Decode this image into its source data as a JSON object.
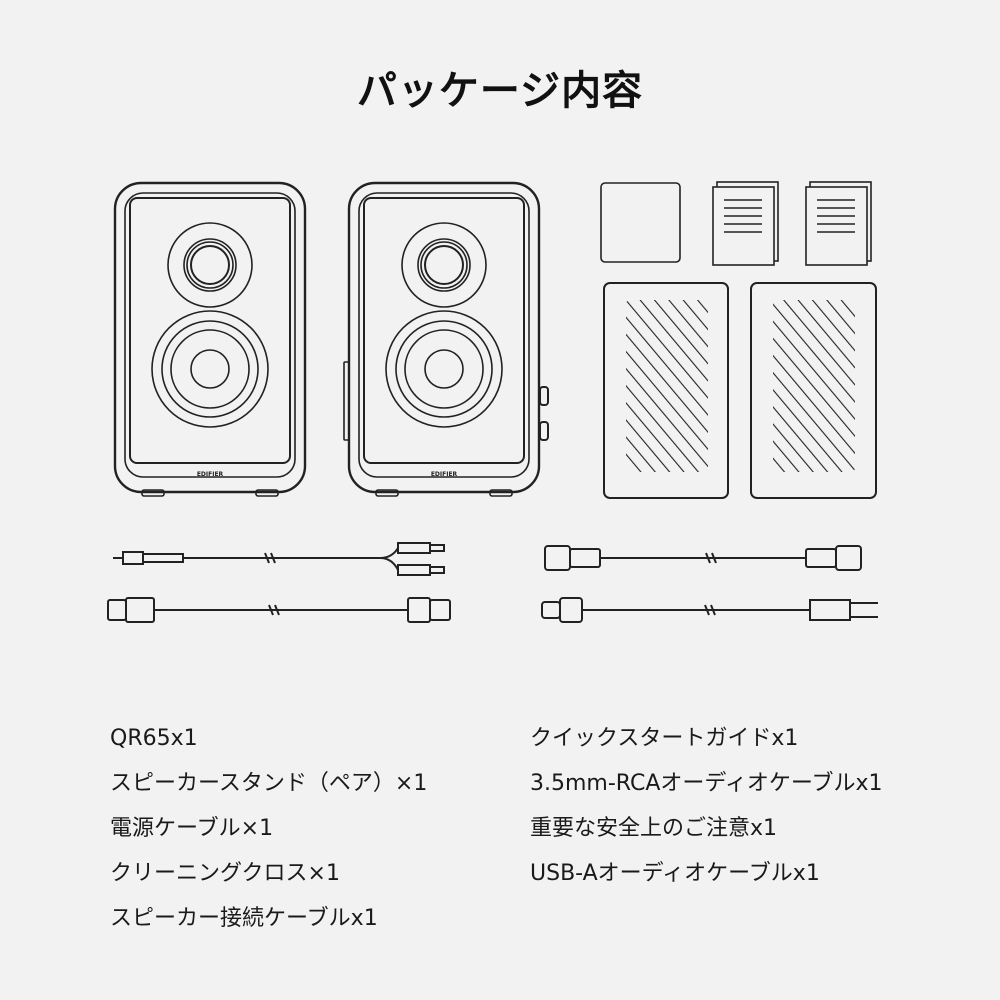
{
  "title": "パッケージ内容",
  "brand_logo": "EDIFIER",
  "contents_left": [
    "QR65x1",
    "スピーカースタンド（ペア）×1",
    "電源ケーブル×1",
    "クリーニングクロス×1",
    "スピーカー接続ケーブルx1"
  ],
  "contents_right": [
    "クイックスタートガイドx1",
    "3.5mm-RCAオーディオケーブルx1",
    "重要な安全上のご注意x1",
    "USB-Aオーディオケーブルx1"
  ],
  "colors": {
    "background": "#f2f2f2",
    "line": "#222222"
  }
}
